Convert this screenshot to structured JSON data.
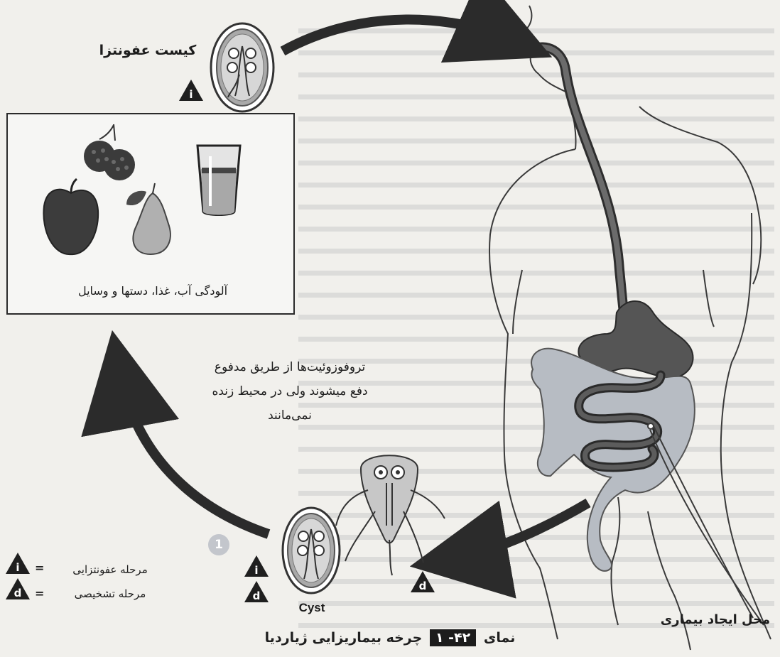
{
  "labels": {
    "infectious_cyst": "کیست عفونتزا",
    "contamination": "آلودگی آب، غذا، دستها و وسایل",
    "trophozoites_note": "تروفوزوئیت‌ها از طریق مدفوع\nدفع میشوند ولی در محیط زنده\nنمی‌مانند",
    "cyst": "Cyst",
    "disease_site": "محل ایجاد بیماری"
  },
  "legend": {
    "infective_symbol": "i",
    "diagnostic_symbol": "d",
    "equals": "=",
    "infective_stage": "مرحله عفونتزایی",
    "diagnostic_stage": "مرحله تشخیصی"
  },
  "step_number": "1",
  "caption": {
    "prefix": "نمای",
    "number": "۴۲- ۱",
    "title": "چرخه بیماریزایی ژیاردیا"
  },
  "colors": {
    "arrow": "#2b2b2b",
    "gut_dark": "#5a5a5a",
    "gut_light": "#b7bcc3",
    "badge": "#c3c6cc",
    "caption_box": "#1c1c1c"
  },
  "icons": [
    "triangle-i-icon",
    "triangle-d-icon",
    "cyst-icon",
    "trophozoite-icon",
    "apple-icon",
    "pear-icon",
    "berries-icon",
    "water-glass-icon"
  ]
}
